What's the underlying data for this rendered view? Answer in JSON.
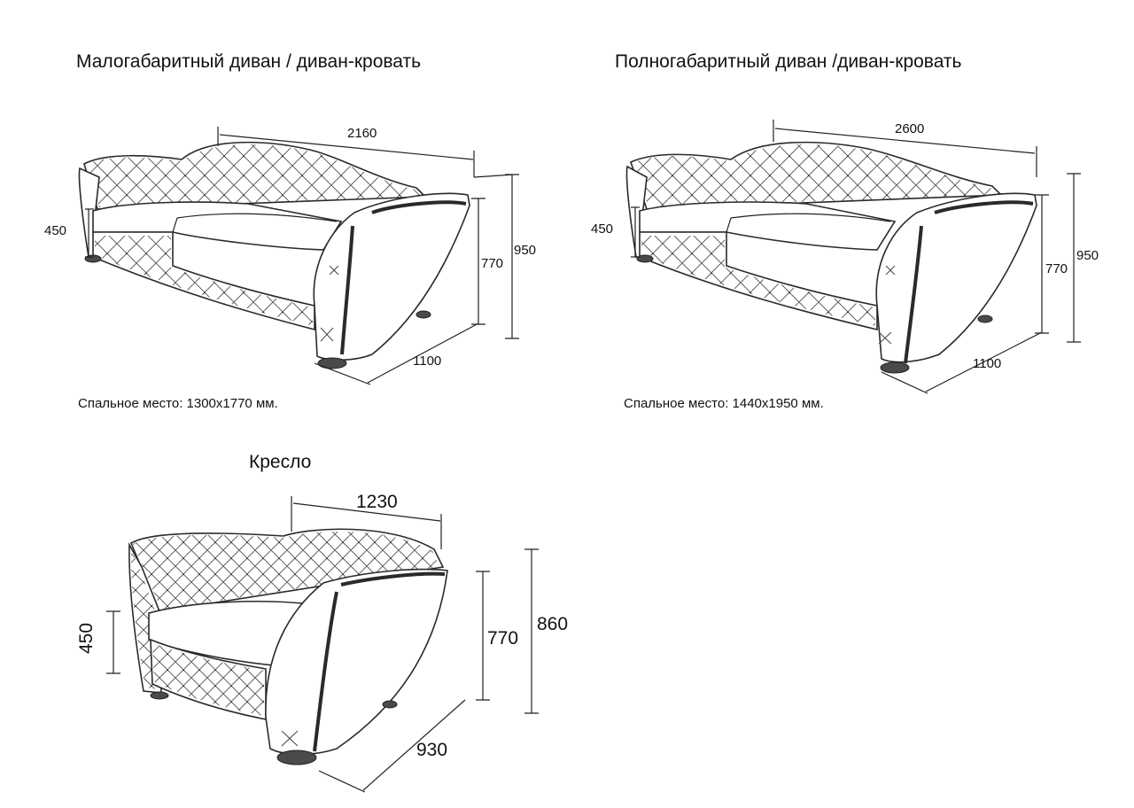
{
  "sofa_small": {
    "title": "Малогабаритный диван / диван-кровать",
    "width": "2160",
    "seat_height": "450",
    "arm_height": "770",
    "total_height": "950",
    "depth": "1100",
    "sleep_note": "Спальное место: 1300х1770 мм."
  },
  "sofa_full": {
    "title": "Полногабаритный диван /диван-кровать",
    "width": "2600",
    "seat_height": "450",
    "arm_height": "770",
    "total_height": "950",
    "depth": "1100",
    "sleep_note": "Спальное место: 1440х1950 мм."
  },
  "armchair": {
    "title": "Кресло",
    "width": "1230",
    "seat_height": "450",
    "arm_height": "770",
    "total_height": "860",
    "depth": "930"
  }
}
